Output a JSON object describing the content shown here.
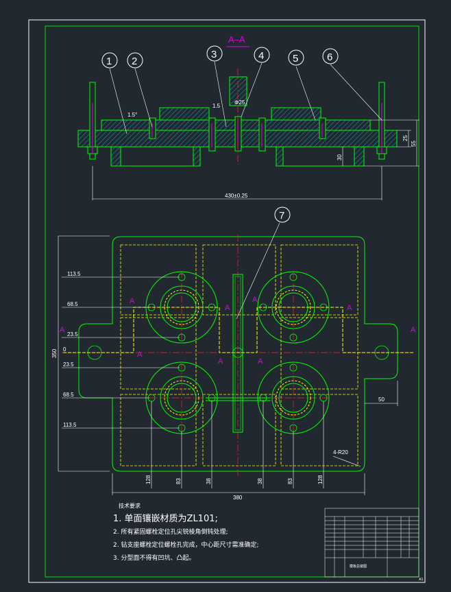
{
  "section_label": "A–A",
  "balloons": [
    "1",
    "2",
    "3",
    "4",
    "5",
    "6",
    "7"
  ],
  "dims_section": {
    "chamfer_left": "1.5°",
    "chamfer_mid": "1.5",
    "dia_center": "Φ25",
    "height_right_top": "25",
    "height_right_total": "55",
    "height_center": "30",
    "length_bottom": "430±0.25"
  },
  "dims_plan": {
    "left_labels": [
      "113.5",
      "68.5",
      "23.5",
      "0",
      "23.5",
      "68.5",
      "113.5"
    ],
    "height_total": "350",
    "bottom_labels": [
      "128",
      "83",
      "38",
      "38",
      "83",
      "128"
    ],
    "width_total": "380",
    "right_offset": "50",
    "radius_note": "4-R20"
  },
  "section_markers": {
    "A": "A"
  },
  "notes": {
    "title": "技术要求",
    "items": [
      "1. 单面镶嵌材质为ZL101;",
      "2. 所有紧固螺栓定位孔尖锐棱角倒钝处理;",
      "2. 钻支座螺栓定位螺栓孔完成，中心距尺寸需准确定;",
      "3. 分型面不得有凹坑、凸起。"
    ]
  },
  "title_block": {
    "drawing_name": "模板总装图",
    "sheet_size": "A1"
  },
  "colors": {
    "background": "#212830",
    "border": "#ffffff",
    "frame": "#00e000",
    "part_line": "#00ff00",
    "hatch": "#00d0d0",
    "hidden_line": "#ffff00",
    "center_line": "#ff2020",
    "section_marker": "#e000e0"
  }
}
